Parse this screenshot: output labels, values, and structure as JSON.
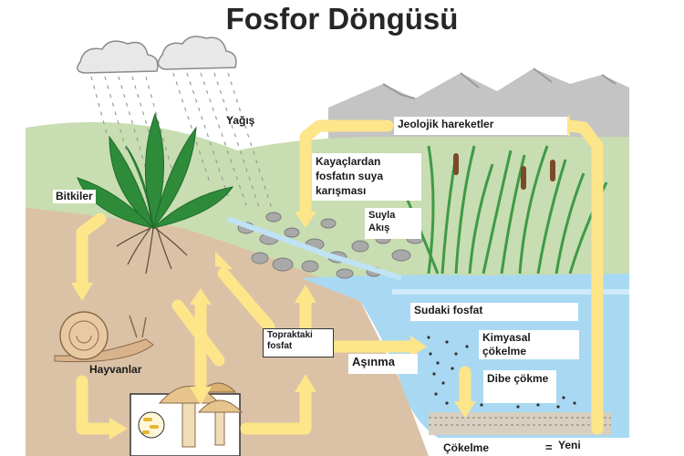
{
  "title": "Fosfor Döngüsü",
  "labels": {
    "yagis": "Yağış",
    "bitkiler": "Bitkiler",
    "hayvanlar": "Hayvanlar",
    "jeolojik": "Jeolojik hareketler",
    "kayaclardan": "Kayaçlardan fosfatın suya karışması",
    "suyla_akis": "Suyla Akış",
    "topraktaki": "Topraktaki fosfat",
    "asinma": "Aşınma",
    "sudaki": "Sudaki fosfat",
    "kimyasal": "Kimyasal çökelme",
    "dibe": "Dibe çökme",
    "cokelme": "Çökelme",
    "yeni": "Yeni"
  },
  "colors": {
    "arrow": "#fde58a",
    "water": "#a9d9f2",
    "soil": "#dbc2a6",
    "grass": "#c8ddb1",
    "mountain": "#bfbfbf",
    "leaf": "#2e8b3a"
  }
}
